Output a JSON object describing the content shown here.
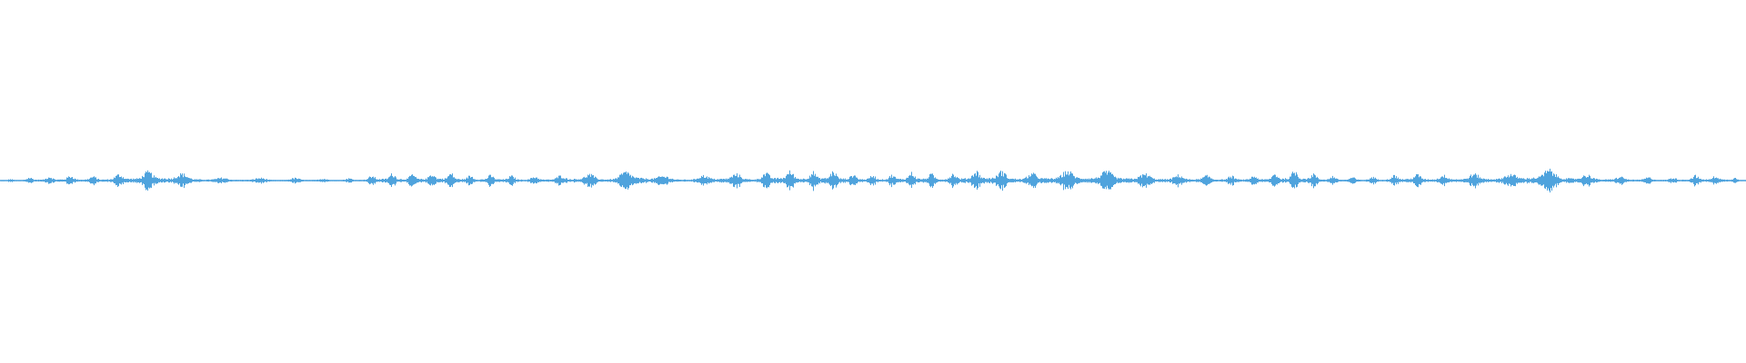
{
  "waveform": {
    "color": "#4fa3dd",
    "background": "#ffffff",
    "amplitude_scale": 1.0,
    "peaks": [
      [
        0.0,
        0.06
      ],
      [
        0.018,
        0.3
      ],
      [
        0.037,
        0.45
      ],
      [
        0.057,
        0.35
      ],
      [
        0.075,
        0.7
      ],
      [
        0.092,
        0.9
      ],
      [
        0.108,
        0.55
      ],
      [
        0.124,
        0.25
      ],
      [
        0.14,
        0.3
      ],
      [
        0.158,
        0.2
      ],
      [
        0.172,
        0.25
      ],
      [
        0.19,
        0.18
      ],
      [
        0.205,
        0.22
      ],
      [
        0.221,
        0.65
      ],
      [
        0.238,
        0.55
      ],
      [
        0.254,
        0.75
      ],
      [
        0.27,
        0.45
      ],
      [
        0.286,
        0.5
      ],
      [
        0.3,
        0.35
      ],
      [
        0.318,
        0.4
      ],
      [
        0.332,
        0.65
      ],
      [
        0.348,
        0.45
      ],
      [
        0.364,
        1.0
      ],
      [
        0.38,
        0.4
      ],
      [
        0.396,
        0.35
      ],
      [
        0.416,
        0.7
      ],
      [
        0.432,
        0.45
      ],
      [
        0.446,
        0.95
      ],
      [
        0.46,
        0.7
      ],
      [
        0.474,
        0.95
      ],
      [
        0.49,
        0.55
      ],
      [
        0.506,
        0.45
      ],
      [
        0.523,
        0.75
      ],
      [
        0.54,
        0.5
      ],
      [
        0.556,
        0.85
      ],
      [
        0.57,
        0.95
      ],
      [
        0.586,
        0.55
      ],
      [
        0.599,
        0.8
      ],
      [
        0.614,
        0.9
      ],
      [
        0.63,
        0.85
      ],
      [
        0.646,
        0.75
      ],
      [
        0.66,
        0.55
      ],
      [
        0.676,
        0.5
      ],
      [
        0.692,
        0.45
      ],
      [
        0.708,
        0.4
      ],
      [
        0.724,
        0.45
      ],
      [
        0.742,
        0.95
      ],
      [
        0.758,
        0.45
      ],
      [
        0.774,
        0.3
      ],
      [
        0.79,
        0.35
      ],
      [
        0.806,
        0.6
      ],
      [
        0.822,
        0.45
      ],
      [
        0.838,
        0.55
      ],
      [
        0.848,
        0.65
      ],
      [
        0.864,
        0.55
      ],
      [
        0.88,
        1.1
      ],
      [
        0.895,
        0.85
      ],
      [
        0.91,
        0.5
      ],
      [
        0.926,
        0.35
      ],
      [
        0.942,
        0.3
      ],
      [
        0.958,
        0.25
      ],
      [
        0.972,
        0.5
      ],
      [
        0.988,
        0.4
      ],
      [
        1.0,
        0.1
      ]
    ]
  }
}
